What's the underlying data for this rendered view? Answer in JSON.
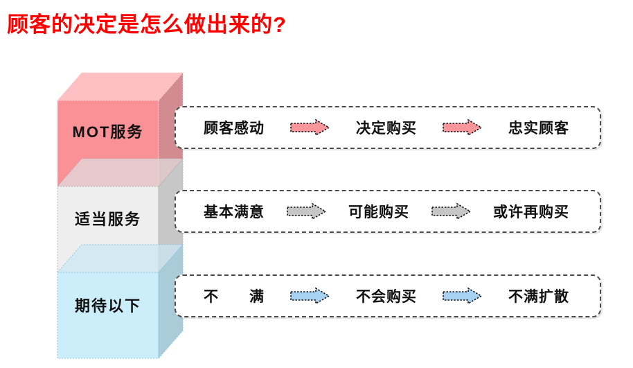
{
  "title": {
    "text": "顾客的决定是怎么做出来的?",
    "color": "#FF0000"
  },
  "pyramid": {
    "levels": [
      {
        "label": "MOT服务",
        "front_color": "#F99196",
        "top_color": "#FCAFB3",
        "side_color": "#CC7B81",
        "edge_color": "#FBCDD0"
      },
      {
        "label": "适当服务",
        "front_color": "#EDEDED",
        "top_color": "#DFDFDF",
        "side_color": "#BFBFBF",
        "edge_color": "#B5B5B5"
      },
      {
        "label": "期待以下",
        "front_color": "#C9EDFA",
        "top_color": "#CBE7F2",
        "side_color": "#A2C8D5",
        "edge_color": "#8FC8EA"
      }
    ]
  },
  "flows": [
    {
      "steps": [
        "顾客感动",
        "决定购买",
        "忠实顾客"
      ],
      "arrow_color": "#F9969B"
    },
    {
      "steps": [
        "基本满意",
        "可能购买",
        "或许再购买"
      ],
      "arrow_color": "#C6C6C6"
    },
    {
      "steps": [
        "不　　满",
        "不会购买",
        "不满扩散"
      ],
      "arrow_color": "#A8D2F2"
    }
  ]
}
